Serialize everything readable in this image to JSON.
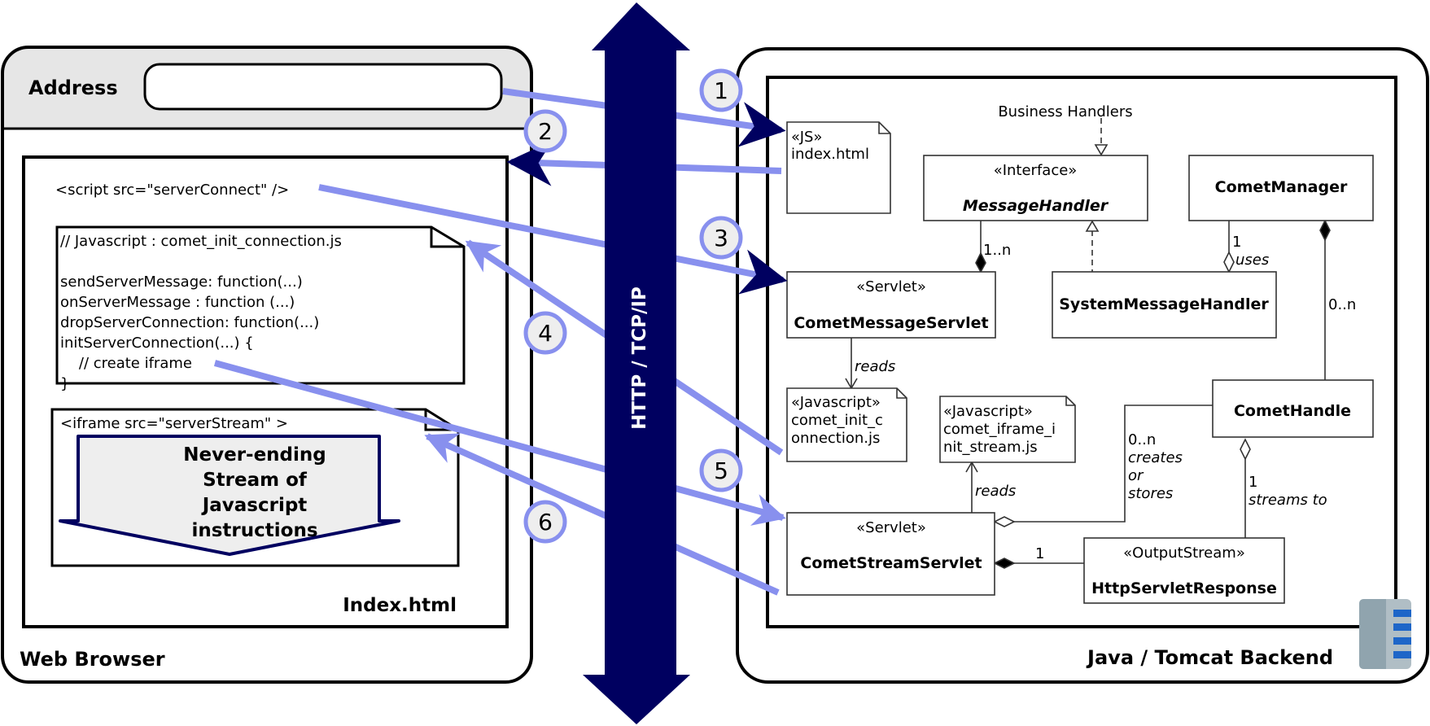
{
  "colors": {
    "flow": "#8890ee",
    "network": "#000060",
    "badge_fill": "#eeeeee",
    "address_bar_bg": "#e6e6e6",
    "stream_fill": "#eeeeee",
    "server_icon_dark": "#90a4ae",
    "server_icon_light": "#b0bec5",
    "server_icon_led": "#1e66c8"
  },
  "browser": {
    "title": "Web Browser",
    "address_label": "Address",
    "address_value": "",
    "page": {
      "title": "Index.html",
      "script_tag": "<script src=\"serverConnect\" />",
      "js_note": {
        "lines": [
          "// Javascript : comet_init_connection.js",
          "",
          "sendServerMessage: function(...)",
          "onServerMessage : function (...)",
          "dropServerConnection: function(...)",
          "initServerConnection(...) {",
          "    // create iframe",
          "}"
        ]
      },
      "iframe": {
        "tag": "<iframe src=\"serverStream\" >",
        "stream_lines": [
          "Never-ending",
          "Stream of",
          "Javascript",
          "instructions"
        ]
      }
    }
  },
  "network": {
    "label": "HTTP / TCP/IP"
  },
  "steps": [
    "1",
    "2",
    "3",
    "4",
    "5",
    "6"
  ],
  "backend": {
    "title": "Java / Tomcat Backend",
    "business_handlers": "Business Handlers",
    "index_note": {
      "stereotype": "«JS»",
      "name": "index.html"
    },
    "message_handler": {
      "stereotype": "«Interface»",
      "name": "MessageHandler"
    },
    "comet_manager": {
      "name": "CometManager"
    },
    "comet_message_servlet": {
      "stereotype": "«Servlet»",
      "name": "CometMessageServlet"
    },
    "system_message_handler": {
      "name": "SystemMessageHandler"
    },
    "init_js_note": {
      "stereotype": "«Javascript»",
      "lines": [
        "comet_init_c",
        "onnection.js"
      ]
    },
    "iframe_js_note": {
      "stereotype": "«Javascript»",
      "lines": [
        "comet_iframe_i",
        "nit_stream.js"
      ]
    },
    "comet_handle": {
      "name": "CometHandle"
    },
    "comet_stream_servlet": {
      "stereotype": "«Servlet»",
      "name": "CometStreamServlet"
    },
    "http_servlet_response": {
      "stereotype": "«OutputStream»",
      "name": "HttpServletResponse"
    },
    "labels": {
      "mh_to_cms_mult": "1..n",
      "cm_to_smh_mult": "1",
      "cm_to_smh_role": "uses",
      "cm_to_ch_mult": "0..n",
      "cms_reads": "reads",
      "css_reads": "reads",
      "ch_to_css_mult": "0..n",
      "ch_to_css_role": [
        "creates",
        "or",
        "stores"
      ],
      "ch_to_hsr_mult": "1",
      "ch_to_hsr_role": "streams to",
      "css_to_hsr_mult": "1"
    }
  }
}
